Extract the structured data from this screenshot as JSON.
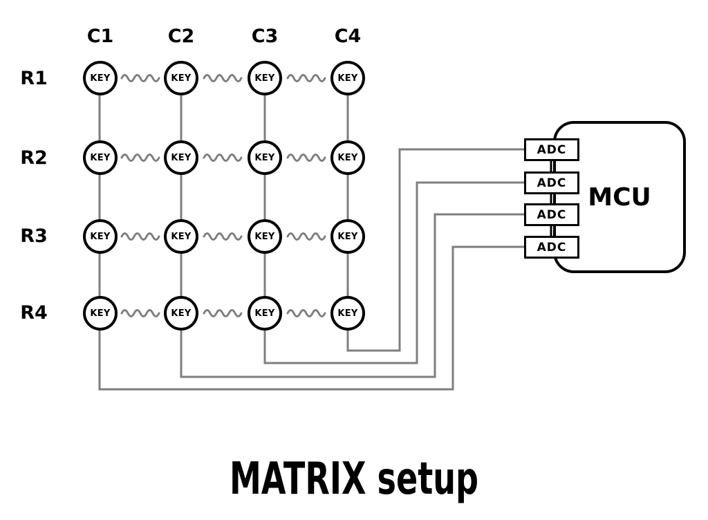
{
  "diagram": {
    "title": "MATRIX setup",
    "column_labels": [
      "C1",
      "C2",
      "C3",
      "C4"
    ],
    "row_labels": [
      "R1",
      "R2",
      "R3",
      "R4"
    ],
    "key_label": "KEY",
    "mcu_label": "MCU",
    "adc_label": "ADC",
    "adc_count": 4,
    "grid": {
      "rows": 4,
      "columns": 4
    },
    "wiring": [
      {
        "from": "C4",
        "to": "ADC 1 (top)"
      },
      {
        "from": "C3",
        "to": "ADC 2"
      },
      {
        "from": "C2",
        "to": "ADC 3"
      },
      {
        "from": "C1",
        "to": "ADC 4 (bottom)"
      }
    ],
    "colors": {
      "outline": "#000000",
      "wire": "#7e7e7e",
      "background": "#ffffff"
    }
  }
}
